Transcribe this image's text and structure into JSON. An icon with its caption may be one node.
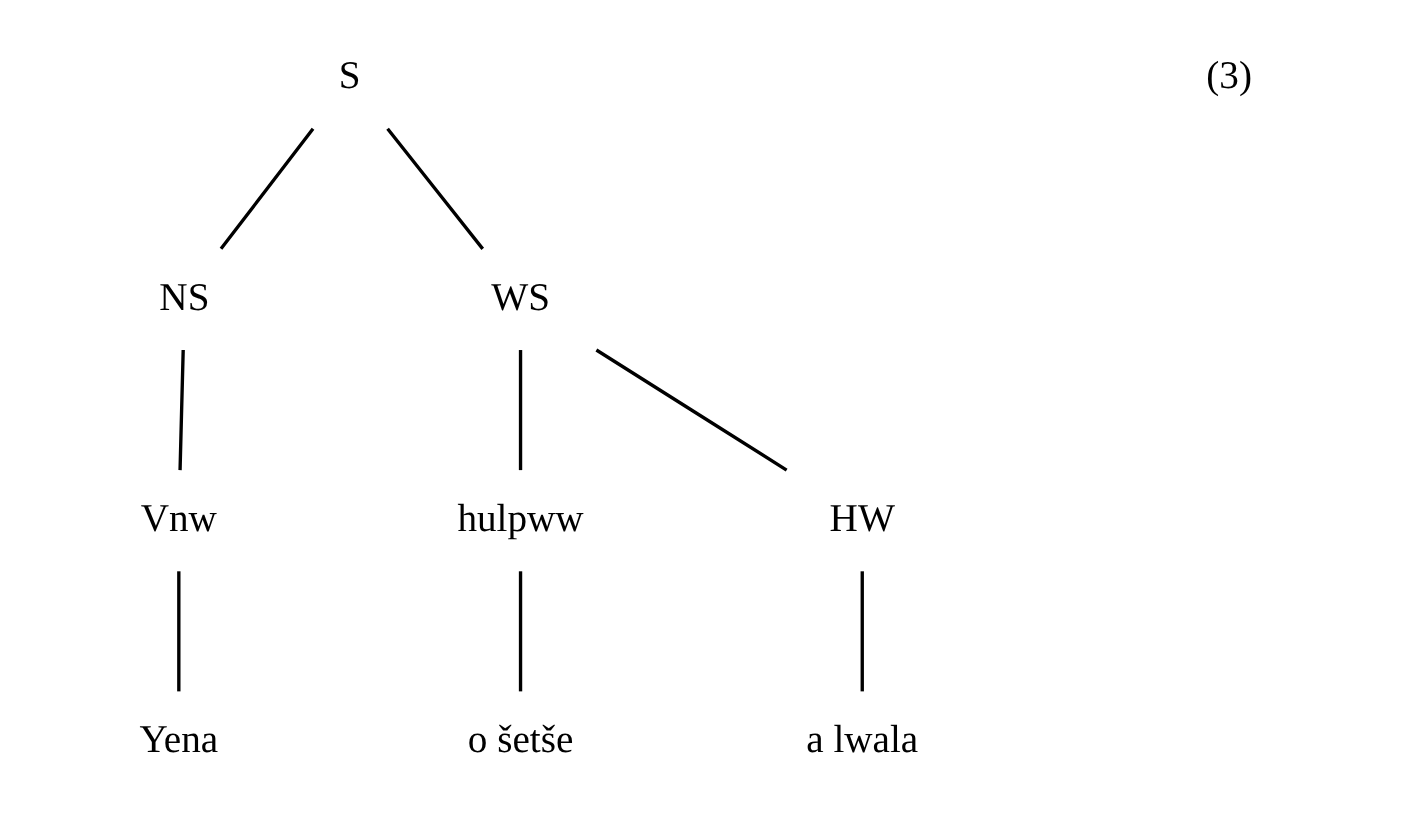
{
  "diagram": {
    "nodes": [
      {
        "text": [
          "S"
        ]
      },
      {
        "text": [
          "NS"
        ]
      },
      {
        "text": [
          "WS"
        ]
      },
      {
        "text": [
          "Vnw"
        ]
      },
      {
        "text": [
          "hulpww"
        ]
      },
      {
        "text": [
          "HW"
        ]
      },
      {
        "text": [
          "Yena"
        ]
      },
      {
        "text": [
          "o šetše"
        ]
      },
      {
        "text": [
          "a lwala"
        ]
      }
    ],
    "edges": [
      {
        "from": 0,
        "to": 1,
        "arrow": "none"
      },
      {
        "from": 0,
        "to": 2,
        "arrow": "none"
      },
      {
        "from": 1,
        "to": 3,
        "arrow": "none"
      },
      {
        "from": 2,
        "to": 4,
        "arrow": "none"
      },
      {
        "from": 2,
        "to": 5,
        "arrow": "none"
      },
      {
        "from": 3,
        "to": 6,
        "arrow": "none"
      },
      {
        "from": 4,
        "to": 7,
        "arrow": "none"
      },
      {
        "from": 5,
        "to": 8,
        "arrow": "none"
      }
    ],
    "labels": [
      "(3)"
    ]
  }
}
